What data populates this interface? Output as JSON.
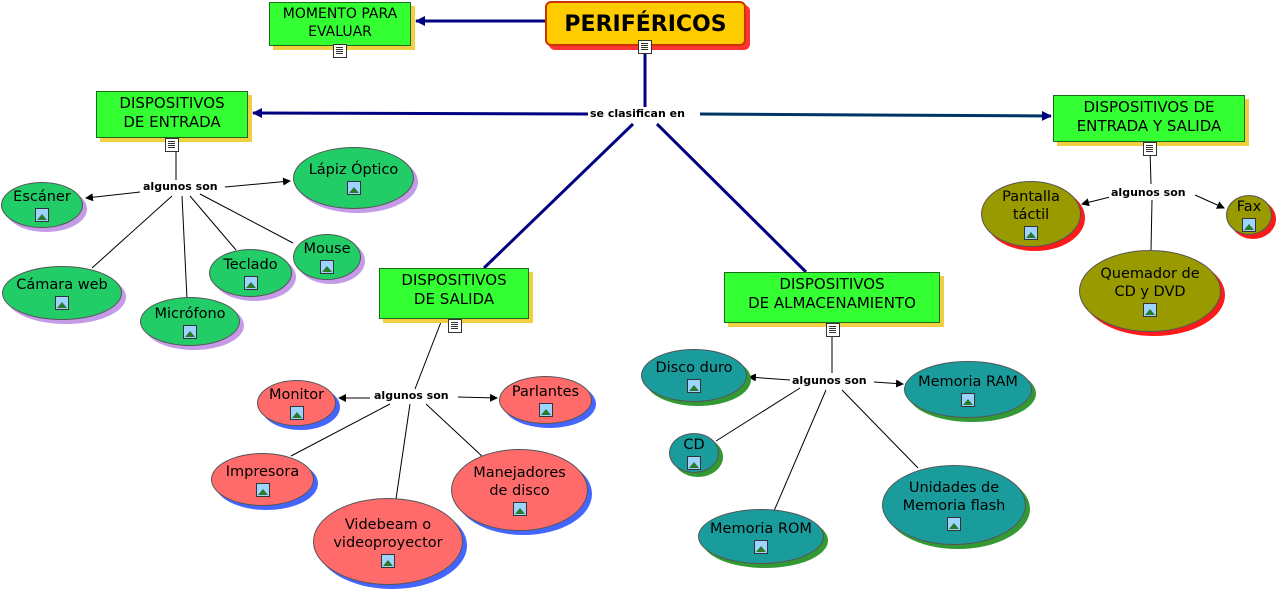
{
  "root": {
    "title": "PERIFÉRICOS"
  },
  "evaluate": {
    "line1": "MOMENTO PARA",
    "line2": "EVALUAR"
  },
  "link_labels": {
    "classify": "se clasifican en",
    "some_are": "algunos son"
  },
  "categories": {
    "input": {
      "line1": "DISPOSITIVOS",
      "line2": "DE ENTRADA"
    },
    "output": {
      "line1": "DISPOSITIVOS",
      "line2": "DE SALIDA"
    },
    "storage": {
      "line1": "DISPOSITIVOS",
      "line2": "DE ALMACENAMIENTO"
    },
    "io": {
      "line1": "DISPOSITIVOS DE",
      "line2": "ENTRADA Y SALIDA"
    }
  },
  "input_devices": {
    "scanner": "Escáner",
    "lightpen": "Lápiz Óptico",
    "mouse": "Mouse",
    "keyboard": "Teclado",
    "webcam": "Cámara web",
    "microphone": "Micrófono"
  },
  "output_devices": {
    "monitor": "Monitor",
    "speakers": "Parlantes",
    "printer": "Impresora",
    "projector_line1": "Videbeam o",
    "projector_line2": "videoproyector",
    "disk_line1": "Manejadores",
    "disk_line2": "de disco"
  },
  "storage_devices": {
    "harddisk": "Disco duro",
    "ram": "Memoria RAM",
    "cd": "CD",
    "rom": "Memoria ROM",
    "flash_line1": "Unidades de",
    "flash_line2": "Memoria flash"
  },
  "io_devices": {
    "touch_line1": "Pantalla",
    "touch_line2": "táctil",
    "fax": "Fax",
    "burner_line1": "Quemador de",
    "burner_line2": "CD y DVD"
  },
  "colors": {
    "root": "#ffcc00",
    "category": "#33ff33",
    "input": "#22cc66",
    "output": "#ff6b6b",
    "storage": "#1a9c9c",
    "io": "#999900",
    "arrow": "#000080"
  }
}
